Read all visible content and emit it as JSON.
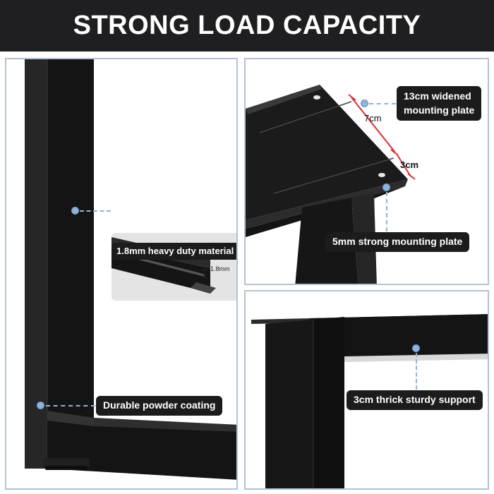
{
  "header": {
    "title": "STRONG LOAD CAPACITY"
  },
  "left_panel": {
    "inset_thickness": "1.8mm",
    "material_label": "1.8mm heavy duty material",
    "coating_label": "Durable powder coating"
  },
  "top_right_panel": {
    "widened_plate_label": "13cm widened\nmounting plate",
    "dim_7cm": "7cm",
    "dim_3cm": "3cm",
    "strong_plate_label": "5mm strong mounting plate"
  },
  "bottom_right_panel": {
    "support_label": "3cm thrick sturdy support"
  },
  "colors": {
    "header_bg": "#1f1f21",
    "panel_border": "#b3c3d3",
    "callout_blue": "#8fb3d9",
    "label_bg": "#1c1c1c",
    "dimension_red": "#d9313a"
  }
}
